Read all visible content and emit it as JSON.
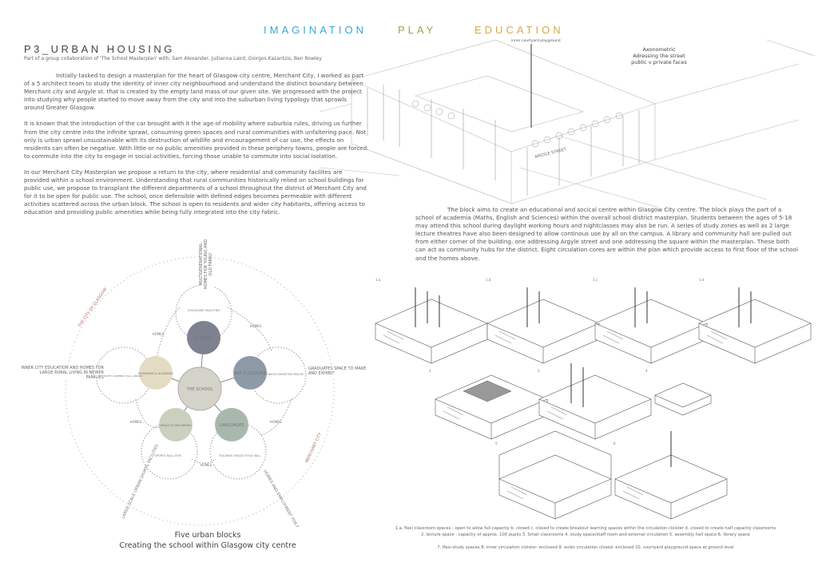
{
  "header": {
    "words": [
      "IMAGINATION",
      "PLAY",
      "EDUCATION"
    ],
    "colors": [
      "#3aa7cf",
      "#8fb04c",
      "#d4a84c"
    ]
  },
  "title": "P3_URBAN HOUSING",
  "collaboration": "Part of a group collaboration of 'The School Masterplan' with; Sam Alexander, Juilianna Laird, Giorgos Kazantzis, Ben Rowley",
  "left_paragraphs": [
    "Initially tasked to design a masterplan for the heart of Glasgow city centre, Merchant City, I worked as part of a 5 architect team to study the identity of inner city neighbourhood and understand the distinct boundary between Merchant city and Argyle st. that is created by the empty land mass of our given site. We progressed with the project into studying why people started to move away from the city and into the suburban living typology that sprawls around Greater Glasgow.",
    "It is known that the introduction of the car brought with it the age of mobility where suburbia rules, driving us further from the city centre into the infinite sprawl, consuming green spaces and rural communities with unfaltering pace. Not only is urban sprawl unsustainable with its destruction of wildlife and encouragement of car use, the effects on residents can often be negative. With little or no public amenities provided in these periphery towns, people are forced to commute into the city to engage in social activities, forcing those unable to commute into social isolation.",
    "In our Merchant City Masterplan we propose a return to the city, where residential and community facilites are provided within a school environment. Understanding that rural communities historically relied on school buildings for public use, we propose to transplant the different departments of a school throughout the district of Merchant City and for it to be open for public use. The school, once defensible with defined edges becomes permeable with different activities scattered across the urban block. The school is open to residents and wider city habitants, offering access to education and providing public amenities while being fully integrated into the city fabric."
  ],
  "right_paragraph": "The block aims to create an educational and socical centre within Glasgow City centre. The block plays the part of a school of academia (Maths, English and Sciences) within the overall school district masterplan. Students between the ages of 5-18 may attend this school during daylight working hours and nightclasses may also be run. A series of study zones as well as 2 large lecture theatres have also been designed to allow continous use by all on the campus.  A library and community hall are pulled out from either corner of the building, one addressing Argyle street and one addressing the square within the masterplan. These both can act as community hubs for the district. Eight circulation cores are within the plan which provide access to first floor of the school and the homes above.",
  "axonometric": {
    "label": "inner courtyard playground",
    "caption": [
      "Axonometric",
      "Adressing the street",
      "public v private faces"
    ],
    "street": "ARGYLE STREET"
  },
  "diagram": {
    "center": "THE SCHOOL",
    "nodes": [
      "NURSERY",
      "ART & CULTURE",
      "LANGUAGES",
      "HEALTH & WELLBEING",
      "BOARDING & ACADEMIA"
    ],
    "satellites": [
      "CHILDCARE FACILITIES",
      "STUDIOS EXHIBITION SPACES",
      "TEACHING SPACES FOOD HALL",
      "SPORTS HALL GYM",
      "COMMUNITY ASSEMBLY HALL LIBRARY"
    ],
    "links": [
      "HOMES",
      "HOMES",
      "HOMES",
      "HOMES",
      "HOMES"
    ],
    "outer": [
      "MULTIGENERATIONAL HOMES FOR YOUNG AND OLD FAMILY",
      "GRADUATES SPACE TO MAKE AND EXHIBIT",
      "HOMES AND EMPLOYMENT FOR REFUGEES",
      "LARGE SCALE URBAN SPORTS FACILITIES",
      "INNER CITY EDUCATION AND HOMES FOR LARGE RURAL LIVING IN NEWER FAMILIES"
    ],
    "ring": [
      "THE CITY OF GLASGOW",
      "MERCHANT CITY"
    ],
    "caption": [
      "Five urban blocks",
      "Creating the school within Glasgow city centre"
    ]
  },
  "diagram_numbers": [
    "1.a",
    "1.b",
    "1.c",
    "1.d",
    "2",
    "3",
    "4",
    "5",
    "6"
  ],
  "legend": [
    "1.a. flexi classroom spaces - open to allow full capactiy    b. closed    c. closed to create breakout learning spaces within the circulation cloister    d. closed to create half capactiy classrooms",
    "2. lecture space - capactiy of approx. 100 pupils    3. Small classrooms    4. study space/staff room and external circulation    5. assembly hall space    6. library space",
    "7. flexi-study spaces    8. inner circulation cloister- enclosed    9. outer circulation closed- enclosed    10. courtyard playground space at ground level"
  ]
}
